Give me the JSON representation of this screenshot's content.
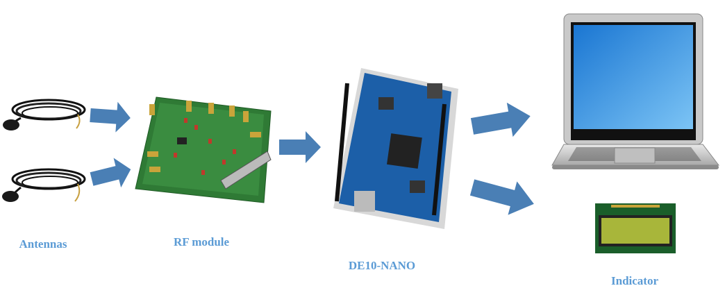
{
  "labels": {
    "antennas": "Antennas",
    "rf_module": "RF module",
    "fpga_board": "DE10-NANO",
    "indicator": "Indicator"
  },
  "colors": {
    "arrow": "#4a7fb5",
    "label": "#5b9bd5",
    "pcb_green": "#2e7d32",
    "board_blue": "#1c5fa8",
    "lcd": "#a8b63a"
  }
}
